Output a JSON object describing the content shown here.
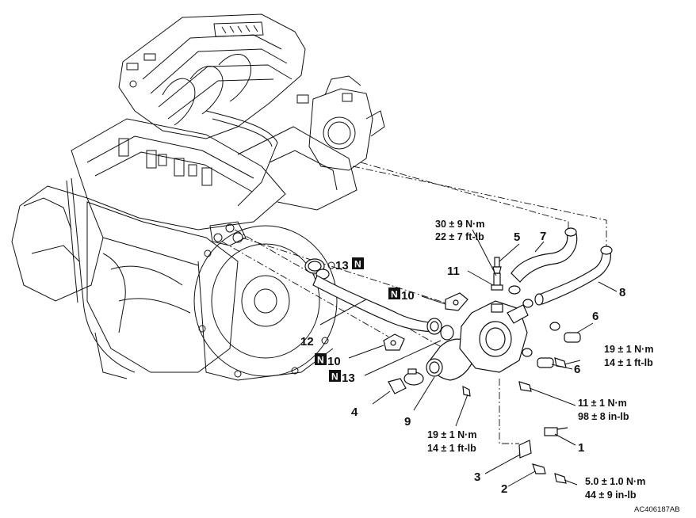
{
  "callouts": {
    "c1": "1",
    "c2": "2",
    "c3": "3",
    "c4": "4",
    "c5": "5",
    "c6a": "6",
    "c6b": "6",
    "c7": "7",
    "c8": "8",
    "c9": "9",
    "c10a": "10",
    "c10b": "10",
    "c11": "11",
    "c12": "12",
    "c13a": "13",
    "c13b": "13"
  },
  "new_part_marker": "N",
  "torque": {
    "t_top_nm": "30 ± 9 N·m",
    "t_top_ftlb": "22 ± 7 ft-lb",
    "t_right_nm": "19 ± 1 N·m",
    "t_right_ftlb": "14 ± 1 ft-lb",
    "t_mid_nm": "11 ± 1 N·m",
    "t_mid_inlb": "98 ± 8 in-lb",
    "t_left_nm": "19 ± 1 N·m",
    "t_left_ftlb": "14 ± 1 ft-lb",
    "t_bottom_nm": "5.0 ± 1.0 N·m",
    "t_bottom_inlb": "44 ± 9 in-lb"
  },
  "figure_code": "AC406187AB"
}
